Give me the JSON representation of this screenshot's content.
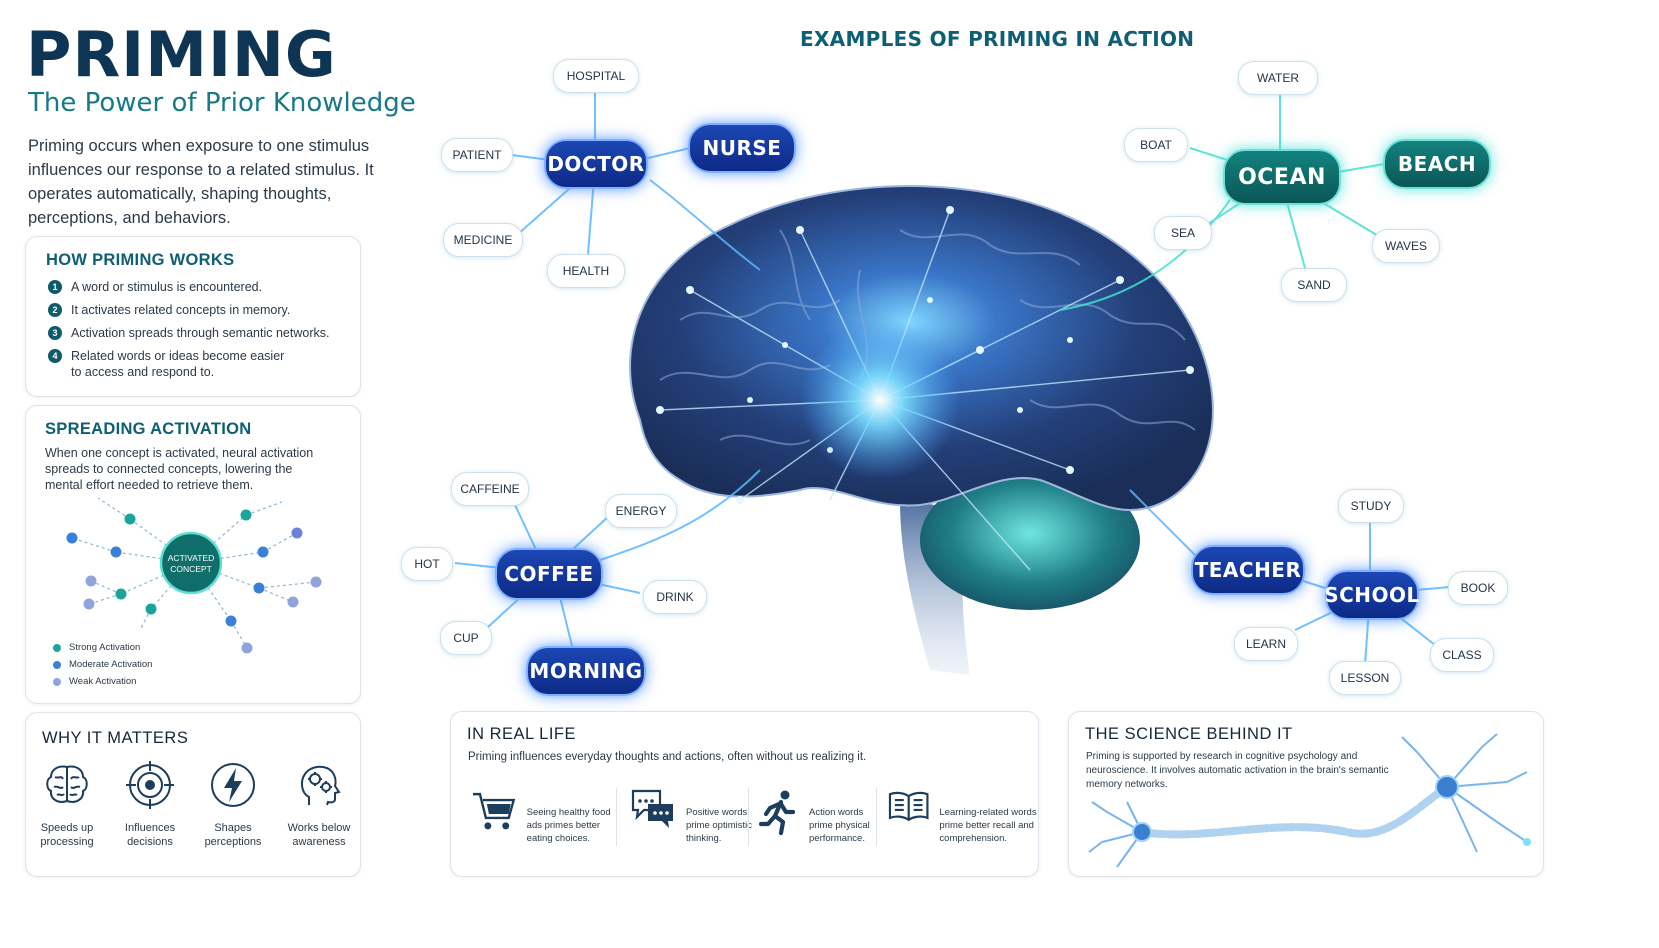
{
  "header": {
    "title": "PRIMING",
    "subtitle": "The Power of Prior Knowledge",
    "intro": "Priming occurs when exposure to one stimulus influences our response to a related stimulus. It operates automatically, shaping thoughts, perceptions, and behaviors."
  },
  "how_it_works": {
    "heading": "HOW PRIMING WORKS",
    "steps": [
      {
        "num": "1",
        "text": "A word or stimulus is encountered."
      },
      {
        "num": "2",
        "text": "It activates related concepts in memory."
      },
      {
        "num": "3",
        "text": "Activation spreads through semantic networks."
      },
      {
        "num": "4",
        "text": "Related words or ideas become easier to access and respond to."
      }
    ]
  },
  "spreading_activation": {
    "heading": "SPREADING ACTIVATION",
    "text": "When one concept is activated, neural activation spreads to connected concepts, lowering the mental effort needed to retrieve them.",
    "center_label_1": "ACTIVATED",
    "center_label_2": "CONCEPT",
    "legend": [
      {
        "label": "Strong Activation",
        "color": "#1aa59a"
      },
      {
        "label": "Moderate Activation",
        "color": "#3a7fd8"
      },
      {
        "label": "Weak Activation",
        "color": "#8fa3dc"
      }
    ]
  },
  "why_it_matters": {
    "heading": "WHY IT MATTERS",
    "items": [
      {
        "line1": "Speeds up",
        "line2": "processing",
        "icon": "brain-icon"
      },
      {
        "line1": "Influences",
        "line2": "decisions",
        "icon": "target-icon"
      },
      {
        "line1": "Shapes",
        "line2": "perceptions",
        "icon": "lightning-icon"
      },
      {
        "line1": "Works below",
        "line2": "awareness",
        "icon": "head-gears-icon"
      }
    ]
  },
  "examples": {
    "heading": "EXAMPLES OF PRIMING IN ACTION",
    "doctor_cluster": {
      "hub": "DOCTOR",
      "linked_hub": "NURSE",
      "words": [
        "HOSPITAL",
        "PATIENT",
        "MEDICINE",
        "HEALTH"
      ]
    },
    "ocean_cluster": {
      "hub": "OCEAN",
      "linked_hub": "BEACH",
      "words": [
        "WATER",
        "BOAT",
        "SEA",
        "SAND",
        "WAVES"
      ]
    },
    "coffee_cluster": {
      "hub": "COFFEE",
      "linked_hub": "MORNING",
      "words": [
        "CAFFEINE",
        "ENERGY",
        "HOT",
        "DRINK",
        "CUP"
      ]
    },
    "school_cluster": {
      "hub": "SCHOOL",
      "linked_hub": "TEACHER",
      "words": [
        "STUDY",
        "BOOK",
        "LEARN",
        "CLASS",
        "LESSON"
      ]
    }
  },
  "real_life": {
    "heading": "IN REAL LIFE",
    "text": "Priming influences everyday thoughts and actions, often without us realizing it.",
    "items": [
      {
        "text": "Seeing healthy food ads primes better eating choices.",
        "icon": "shopping-cart-icon"
      },
      {
        "text": "Positive words prime optimistic thinking.",
        "icon": "speech-bubbles-icon"
      },
      {
        "text": "Action words prime physical performance.",
        "icon": "running-person-icon"
      },
      {
        "text": "Learning-related words prime better recall and comprehension.",
        "icon": "open-book-icon"
      }
    ]
  },
  "science": {
    "heading": "THE SCIENCE BEHIND IT",
    "text": "Priming is supported by research in cognitive psychology and neuroscience. It involves automatic activation in the brain's semantic memory networks."
  },
  "colors": {
    "navy": "#0e3553",
    "teal": "#167a86",
    "glow_blue": "#4aa8ff",
    "glow_teal": "#3fe0d0"
  }
}
